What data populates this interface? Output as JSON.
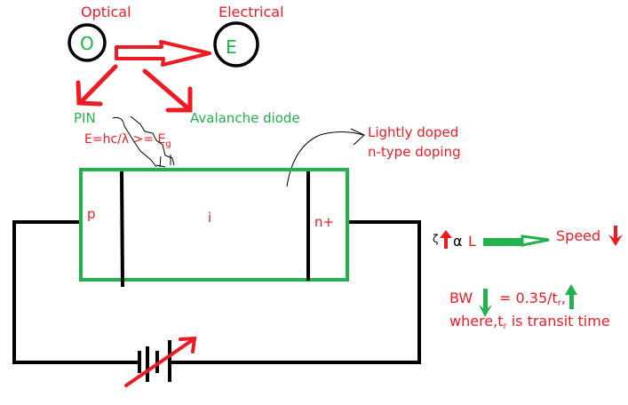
{
  "colors": {
    "red": "#ed1c24",
    "green": "#22b14c",
    "black": "#000000"
  },
  "top": {
    "optical_label": "Optical",
    "electrical_label": "Electrical",
    "optical_letter": "O",
    "electrical_letter": "E"
  },
  "types": {
    "pin": "PIN",
    "avalanche": "Avalanche diode"
  },
  "equation": {
    "main": "E=hc/λ >= E",
    "subscript": "g"
  },
  "annotation": {
    "line1": "Lightly doped",
    "line2": "n-type doping"
  },
  "diode": {
    "p_label": "p",
    "i_label": "i",
    "n_label": "n+"
  },
  "relation": {
    "zeta": "ζ",
    "alpha_l_alpha": "α",
    "alpha_l_L": "L",
    "speed": "Speed"
  },
  "bandwidth": {
    "bw": "BW",
    "formula": "= 0.35/t",
    "formula_sub": "r",
    "formula_tail": ",",
    "where": "where,t",
    "where_sub": "r",
    "where_tail": " is transit time"
  }
}
